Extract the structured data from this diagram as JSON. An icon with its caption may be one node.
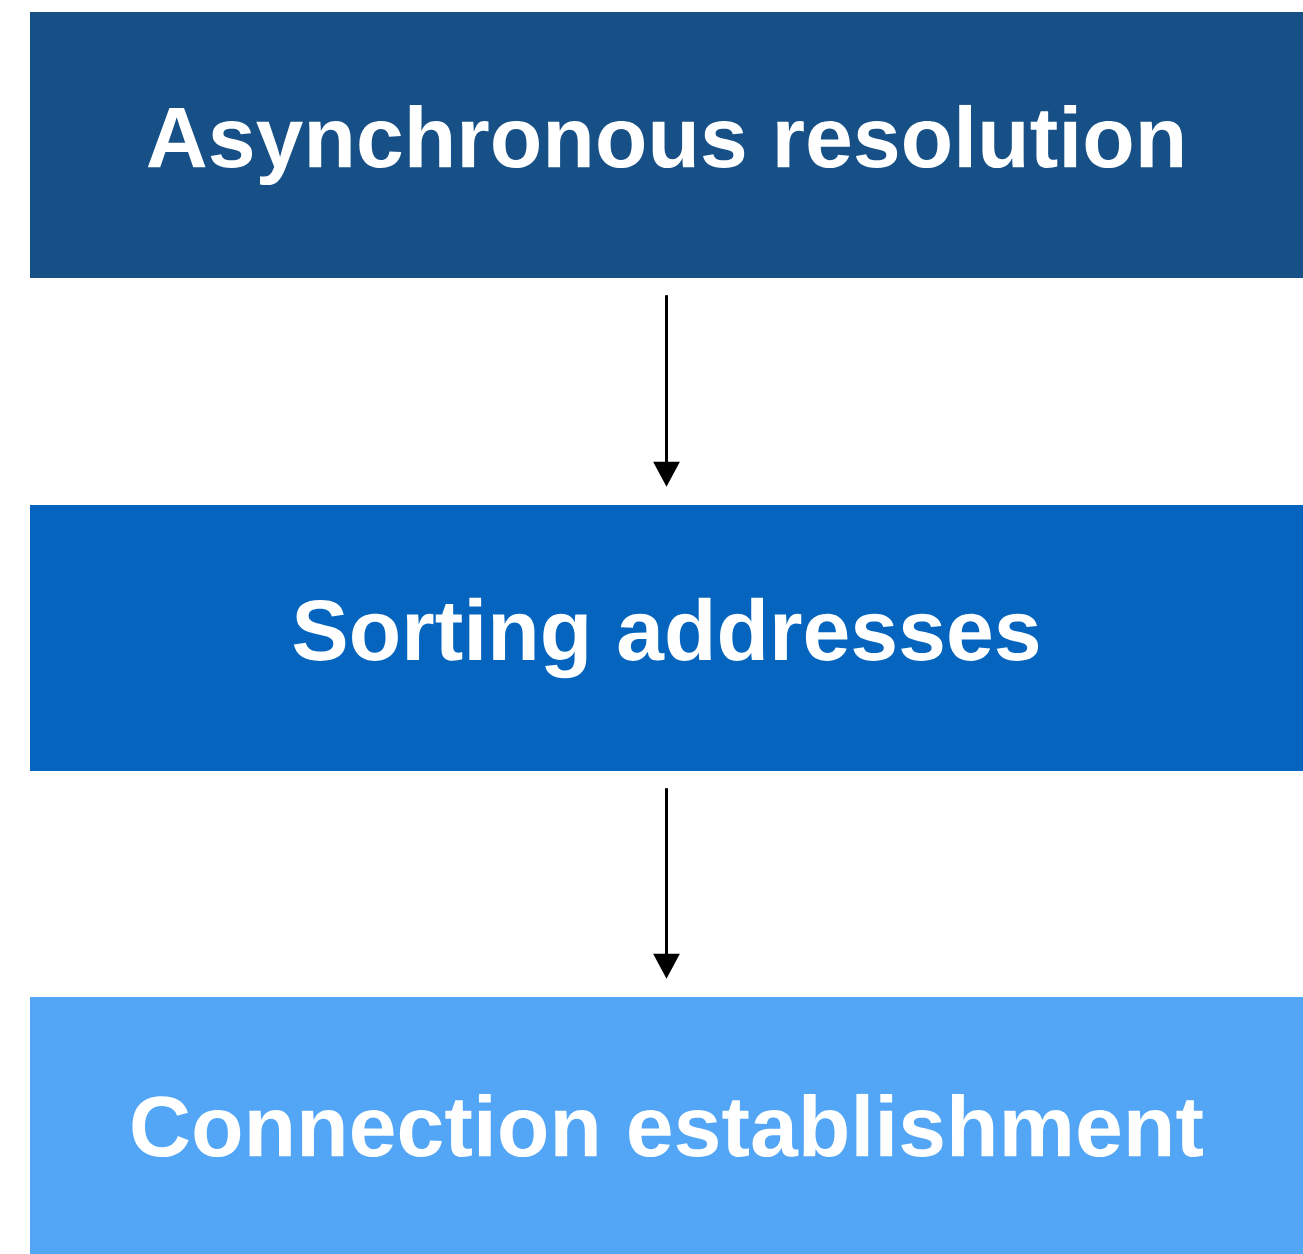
{
  "diagram": {
    "nodes": [
      {
        "text": [
          "Asynchronous resolution"
        ]
      },
      {
        "text": [
          "Sorting addresses"
        ]
      },
      {
        "text": [
          "Connection establishment"
        ]
      }
    ],
    "edges": [
      {
        "from": 0,
        "to": 1,
        "arrow": "to"
      },
      {
        "from": 1,
        "to": 2,
        "arrow": "to"
      }
    ]
  }
}
